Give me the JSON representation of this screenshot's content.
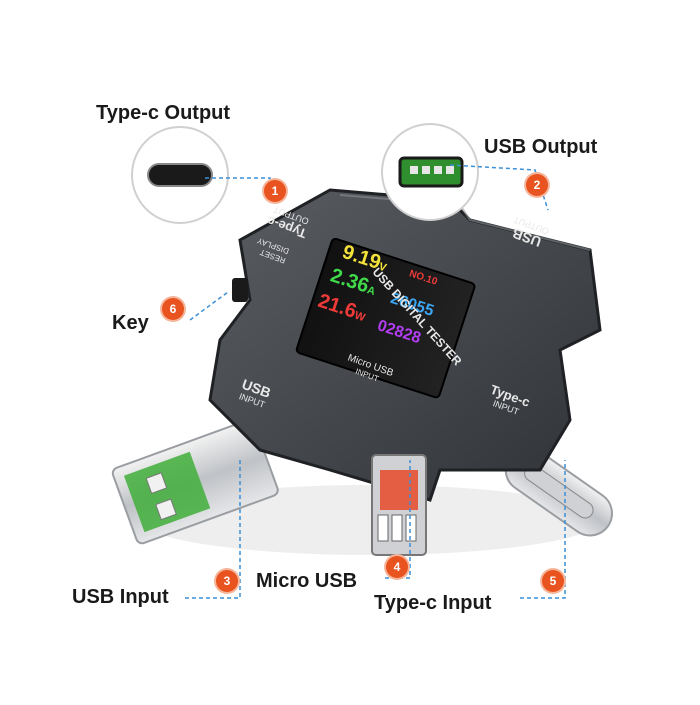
{
  "callouts": {
    "typec_output": "Type-c Output",
    "usb_output": "USB Output",
    "key": "Key",
    "usb_input": "USB Input",
    "micro_usb": "Micro USB",
    "typec_input": "Type-c Input"
  },
  "badges": [
    "1",
    "2",
    "3",
    "4",
    "5",
    "6"
  ],
  "device": {
    "title": "USB DIGITAL TESTER",
    "port_top_left": "Type-c",
    "port_top_left_sub": "OUTPUT",
    "port_top_right": "USB",
    "port_top_right_sub": "OUTPUT",
    "port_bottom_left": "USB",
    "port_bottom_left_sub": "INPUT",
    "port_bottom_right": "Type-c",
    "port_bottom_right_sub": "INPUT",
    "port_bottom_center": "Micro USB",
    "port_bottom_center_sub": "INPUT",
    "key_line1": "RESET",
    "key_line2": "DISPLAY"
  },
  "screen": {
    "voltage": "9.19",
    "voltage_unit": "V",
    "current": "2.36",
    "current_unit": "A",
    "power": "21.6",
    "power_unit": "W",
    "ch_label": "NO.10",
    "energy": "26055",
    "capacity": "02828"
  },
  "colors": {
    "accent": "#e8531f",
    "callout_line": "#3b8fd6",
    "body": "#4a4d52",
    "voltage": "#f5e23a",
    "current": "#3fd94a",
    "power": "#f03a3a",
    "energy": "#3da6f2",
    "capacity": "#b23ef2"
  }
}
